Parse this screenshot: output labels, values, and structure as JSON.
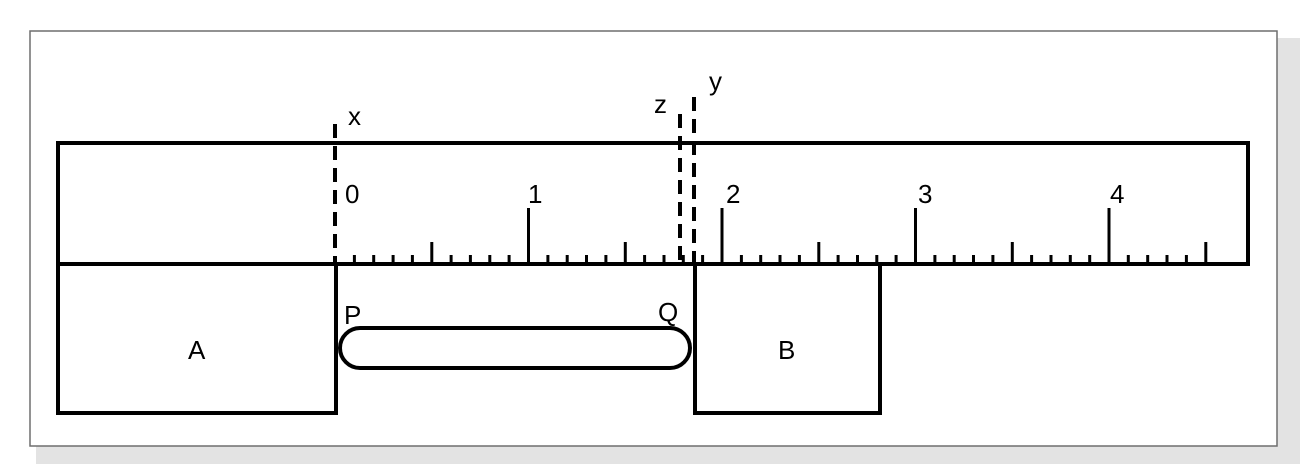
{
  "diagram": {
    "ruler": {
      "major_labels": [
        "0",
        "1",
        "2",
        "3",
        "4"
      ]
    },
    "markers": {
      "x": "x",
      "z": "z",
      "y": "y"
    },
    "blocks": {
      "left": "A",
      "right": "B"
    },
    "points": {
      "p": "P",
      "q": "Q"
    }
  }
}
